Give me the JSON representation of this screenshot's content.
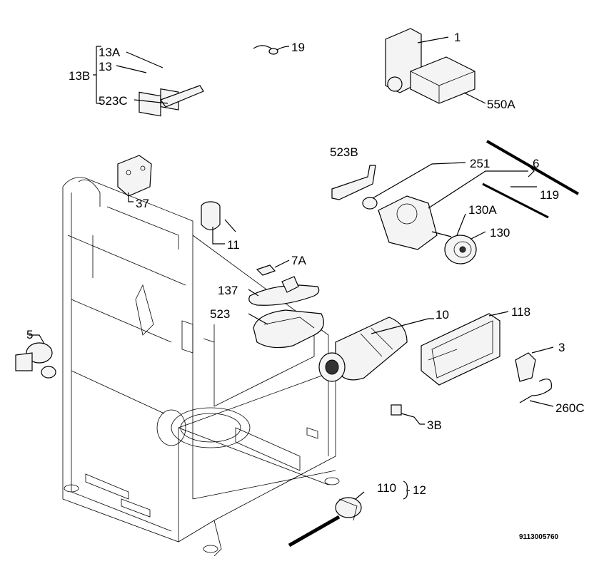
{
  "labels": {
    "l13A": "13A",
    "l13": "13",
    "l13B": "13B",
    "l523C": "523C",
    "l19": "19",
    "l1": "1",
    "l550A": "550A",
    "l523B": "523B",
    "l251": "251",
    "l6": "6",
    "l119": "119",
    "l130A": "130A",
    "l130": "130",
    "l37": "37",
    "l11": "11",
    "l7A": "7A",
    "l137": "137",
    "l523": "523",
    "l10": "10",
    "l118": "118",
    "l3": "3",
    "l5": "5",
    "l260C": "260C",
    "l3B": "3B",
    "l110": "110",
    "l12": "12"
  },
  "drawing_number": "9113005760"
}
